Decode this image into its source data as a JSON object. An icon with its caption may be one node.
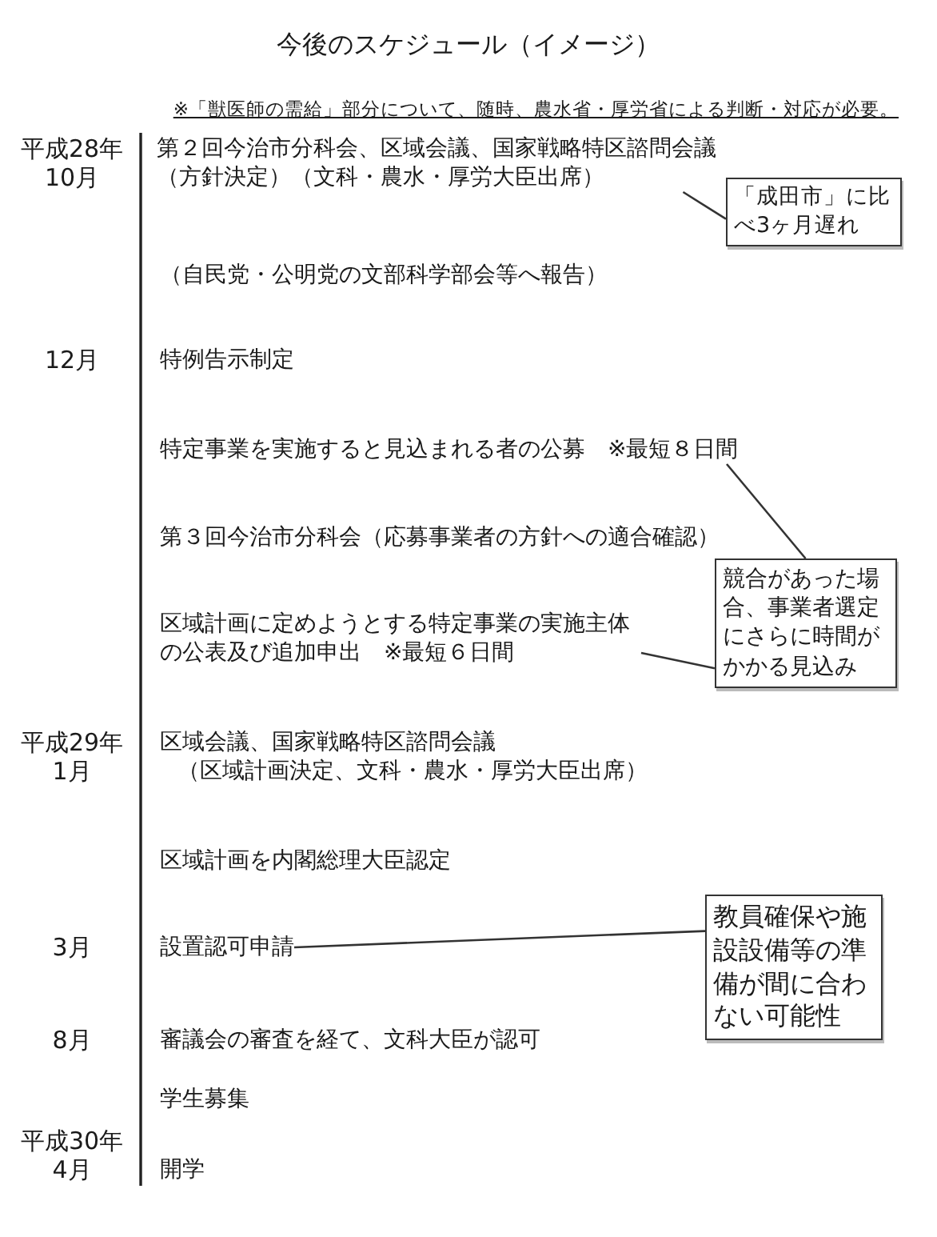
{
  "diagram": {
    "title": "今後のスケジュール（イメージ）",
    "nodes": [
      {
        "text": [
          "第２回今治市分科会、区域会議、国家戦略特区諮問会議（方針決定）（文科・農水・厚労大臣出席）"
        ]
      },
      {
        "text": [
          "「成田市」に比べ3ヶ月遅れ"
        ]
      },
      {
        "text": [
          "特定事業を実施すると見込まれる者の公募　※最短８日間"
        ]
      },
      {
        "text": [
          "競合があった場合、事業者選定にさらに時間がかかる見込み"
        ]
      },
      {
        "text": [
          "区域計画に定めようとする特定事業の実施主体の公表及び追加申出　※最短６日間"
        ]
      },
      {
        "text": [
          "教員確保や施設設備等の準備が間に合わない可能性"
        ]
      },
      {
        "text": [
          "設置認可申請"
        ]
      }
    ],
    "edges": [
      {
        "from": 1,
        "to": 0,
        "arrow": "none"
      },
      {
        "from": 3,
        "to": 2,
        "arrow": "none"
      },
      {
        "from": 3,
        "to": 4,
        "arrow": "none"
      },
      {
        "from": 5,
        "to": 6,
        "arrow": "none"
      }
    ],
    "labels": [
      "※「獣医師の需給」部分について、随時、農水省・厚労省による判断・対応が必要。",
      "平成28年10月",
      "（自民党・公明党の文部科学部会等へ報告）",
      "12月",
      "特例告示制定",
      "第３回今治市分科会（応募事業者の方針への適合確認）",
      "平成29年1月",
      "区域会議、国家戦略特区諮問会議",
      "（区域計画決定、文科・農水・厚労大臣出席）",
      "区域計画を内閣総理大臣認定",
      "3月",
      "8月",
      "審議会の審査を経て、文科大臣が認可",
      "学生募集",
      "平成30年4月",
      "開学"
    ]
  }
}
